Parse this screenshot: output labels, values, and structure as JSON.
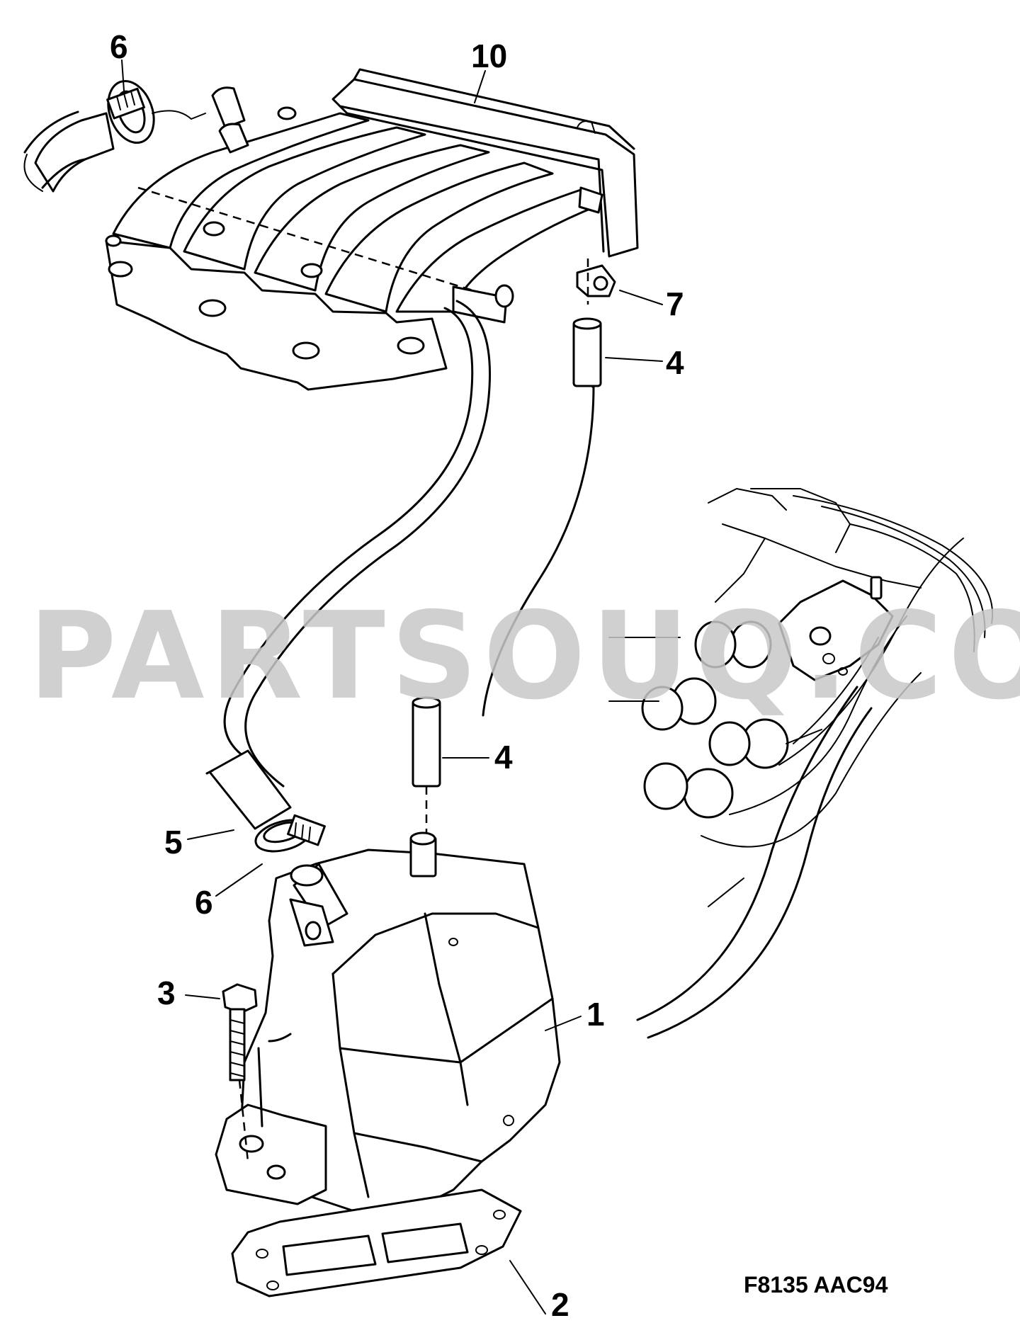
{
  "diagram": {
    "callouts": {
      "c1": "1",
      "c2": "2",
      "c3": "3",
      "c4a": "4",
      "c4b": "4",
      "c5": "5",
      "c6a": "6",
      "c6b": "6",
      "c7": "7",
      "c10": "10"
    },
    "figure_code": "F8135 AAC94",
    "watermark": "PARTSOUQ.COM"
  }
}
